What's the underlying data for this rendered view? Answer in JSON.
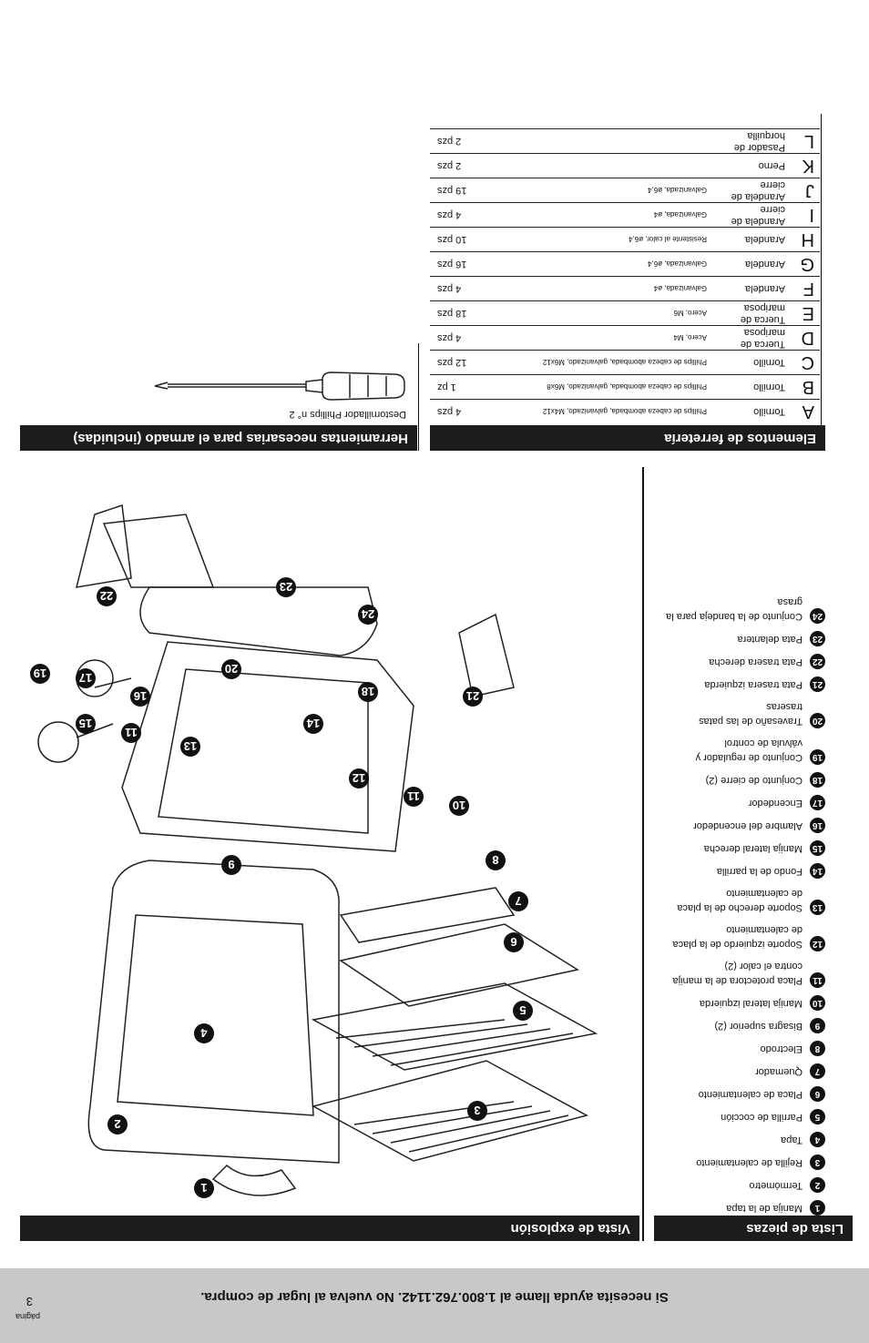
{
  "footer": {
    "page_label": "página",
    "page_number": "3",
    "help_text": "Si necesita ayuda llame al 1.800.762.1142. No vuelva al lugar de compra."
  },
  "parts_list": {
    "title": "Lista de piezas",
    "items": [
      {
        "num": "1",
        "name": "Manija de la tapa"
      },
      {
        "num": "2",
        "name": "Termómetro"
      },
      {
        "num": "3",
        "name": "Rejilla de calentamiento"
      },
      {
        "num": "4",
        "name": "Tapa"
      },
      {
        "num": "5",
        "name": "Parrilla de cocción"
      },
      {
        "num": "6",
        "name": "Placa de calentamiento"
      },
      {
        "num": "7",
        "name": "Quemador"
      },
      {
        "num": "8",
        "name": "Electrodo"
      },
      {
        "num": "9",
        "name": "Bisagra superior (2)"
      },
      {
        "num": "10",
        "name": "Manija lateral izquierda"
      },
      {
        "num": "11",
        "name": "Placa protectora de la manija contra el calor (2)"
      },
      {
        "num": "12",
        "name": "Soporte izquierdo de la placa de calentamiento"
      },
      {
        "num": "13",
        "name": "Soporte derecho de la placa de calentamiento"
      },
      {
        "num": "14",
        "name": "Fondo de la parrilla"
      },
      {
        "num": "15",
        "name": "Manija lateral derecha"
      },
      {
        "num": "16",
        "name": "Alambre del encendedor"
      },
      {
        "num": "17",
        "name": "Encendedor"
      },
      {
        "num": "18",
        "name": "Conjunto de cierre (2)"
      },
      {
        "num": "19",
        "name": "Conjunto de regulador y válvula de control"
      },
      {
        "num": "20",
        "name": "Travesaño de las patas traseras"
      },
      {
        "num": "21",
        "name": "Pata trasera izquierda"
      },
      {
        "num": "22",
        "name": "Pata trasera derecha"
      },
      {
        "num": "23",
        "name": "Pata delantera"
      },
      {
        "num": "24",
        "name": "Conjunto de la bandeja para la grasa"
      }
    ]
  },
  "exploded_view": {
    "title": "Vista de explosión",
    "callouts": [
      "1",
      "2",
      "3",
      "4",
      "5",
      "6",
      "7",
      "8",
      "9",
      "10",
      "11",
      "11",
      "12",
      "13",
      "14",
      "15",
      "16",
      "17",
      "18",
      "19",
      "20",
      "21",
      "22",
      "23",
      "24"
    ]
  },
  "hardware": {
    "title": "Elementos de ferretería",
    "items": [
      {
        "letter": "A",
        "name": "Tornillo",
        "spec": "Phillips de cabeza abombada, galvanizado, M4x12",
        "qty": "4 pzs"
      },
      {
        "letter": "B",
        "name": "Tornillo",
        "spec": "Phillips de cabeza abombada, galvanizado, M6x8",
        "qty": "1 pz"
      },
      {
        "letter": "C",
        "name": "Tornillo",
        "spec": "Phillips de cabeza abombada, galvanizado, M6x12",
        "qty": "12 pzs"
      },
      {
        "letter": "D",
        "name": "Tuerca de mariposa",
        "spec": "Acero, M4",
        "qty": "4 pzs"
      },
      {
        "letter": "E",
        "name": "Tuerca de mariposa",
        "spec": "Acero, M6",
        "qty": "18 pzs"
      },
      {
        "letter": "F",
        "name": "Arandela",
        "spec": "Galvanizada, ø4",
        "qty": "4 pzs"
      },
      {
        "letter": "G",
        "name": "Arandela",
        "spec": "Galvanizada, ø6,4",
        "qty": "16 pzs"
      },
      {
        "letter": "H",
        "name": "Arandela",
        "spec": "Resistente al calor, ø6,4",
        "qty": "10 pzs"
      },
      {
        "letter": "I",
        "name": "Arandela de cierre",
        "spec": "Galvanizada, ø4",
        "qty": "4 pzs"
      },
      {
        "letter": "J",
        "name": "Arandela de cierre",
        "spec": "Galvanizada, ø6,4",
        "qty": "19 pzs"
      },
      {
        "letter": "K",
        "name": "Perno",
        "spec": "",
        "qty": "2 pzs"
      },
      {
        "letter": "L",
        "name": "Pasador de horquilla",
        "spec": "",
        "qty": "2 pzs"
      }
    ]
  },
  "tools": {
    "title": "Herramientas necesarias para el armado (incluidas)",
    "caption": "Destornillador Phillips n° 2"
  }
}
